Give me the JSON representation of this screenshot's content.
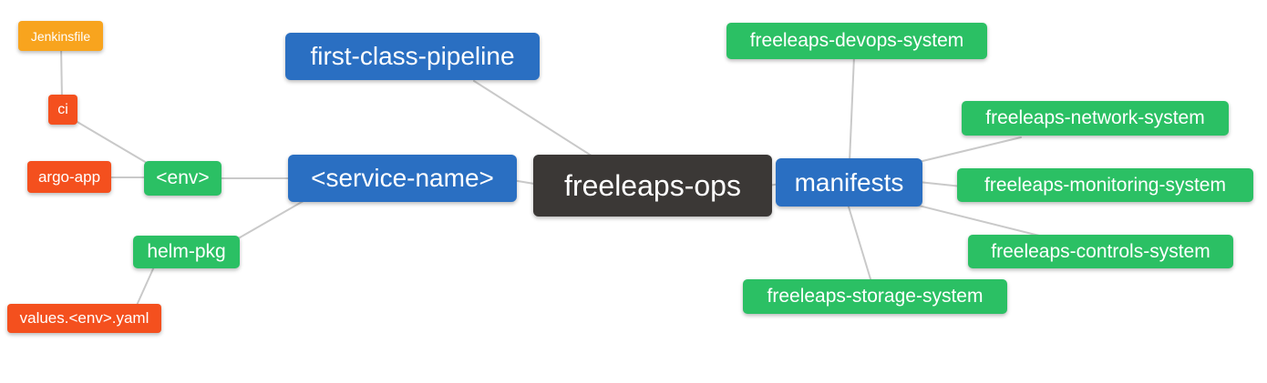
{
  "diagram": {
    "type": "mindmap",
    "root_label": "freeleaps-ops",
    "colors": {
      "blue": "#2a6fc2",
      "green": "#2bc064",
      "orange_red": "#f4501e",
      "amber": "#f8a41e",
      "dark": "#3b3836",
      "edge": "#c9c9c9",
      "text": "#ffffff",
      "background": "#ffffff"
    },
    "nodes": [
      {
        "id": "jenkinsfile",
        "label": "Jenkinsfile",
        "color": "amber"
      },
      {
        "id": "ci",
        "label": "ci",
        "color": "orange_red"
      },
      {
        "id": "argo-app",
        "label": "argo-app",
        "color": "orange_red"
      },
      {
        "id": "env",
        "label": "<env>",
        "color": "green"
      },
      {
        "id": "helm-pkg",
        "label": "helm-pkg",
        "color": "green"
      },
      {
        "id": "values-env-yaml",
        "label": "values.<env>.yaml",
        "color": "orange_red"
      },
      {
        "id": "first-class-pipeline",
        "label": "first-class-pipeline",
        "color": "blue"
      },
      {
        "id": "service-name",
        "label": "<service-name>",
        "color": "blue"
      },
      {
        "id": "freeleaps-ops",
        "label": "freeleaps-ops",
        "color": "dark"
      },
      {
        "id": "manifests",
        "label": "manifests",
        "color": "blue"
      },
      {
        "id": "freeleaps-devops-system",
        "label": "freeleaps-devops-system",
        "color": "green"
      },
      {
        "id": "freeleaps-network-system",
        "label": "freeleaps-network-system",
        "color": "green"
      },
      {
        "id": "freeleaps-monitoring-system",
        "label": "freeleaps-monitoring-system",
        "color": "green"
      },
      {
        "id": "freeleaps-controls-system",
        "label": "freeleaps-controls-system",
        "color": "green"
      },
      {
        "id": "freeleaps-storage-system",
        "label": "freeleaps-storage-system",
        "color": "green"
      }
    ],
    "edges": [
      {
        "from": "jenkinsfile",
        "to": "ci"
      },
      {
        "from": "ci",
        "to": "env"
      },
      {
        "from": "argo-app",
        "to": "env"
      },
      {
        "from": "env",
        "to": "service-name"
      },
      {
        "from": "service-name",
        "to": "helm-pkg"
      },
      {
        "from": "helm-pkg",
        "to": "values-env-yaml"
      },
      {
        "from": "first-class-pipeline",
        "to": "freeleaps-ops"
      },
      {
        "from": "service-name",
        "to": "freeleaps-ops"
      },
      {
        "from": "freeleaps-ops",
        "to": "manifests"
      },
      {
        "from": "manifests",
        "to": "freeleaps-devops-system"
      },
      {
        "from": "manifests",
        "to": "freeleaps-network-system"
      },
      {
        "from": "manifests",
        "to": "freeleaps-monitoring-system"
      },
      {
        "from": "manifests",
        "to": "freeleaps-controls-system"
      },
      {
        "from": "manifests",
        "to": "freeleaps-storage-system"
      }
    ]
  }
}
